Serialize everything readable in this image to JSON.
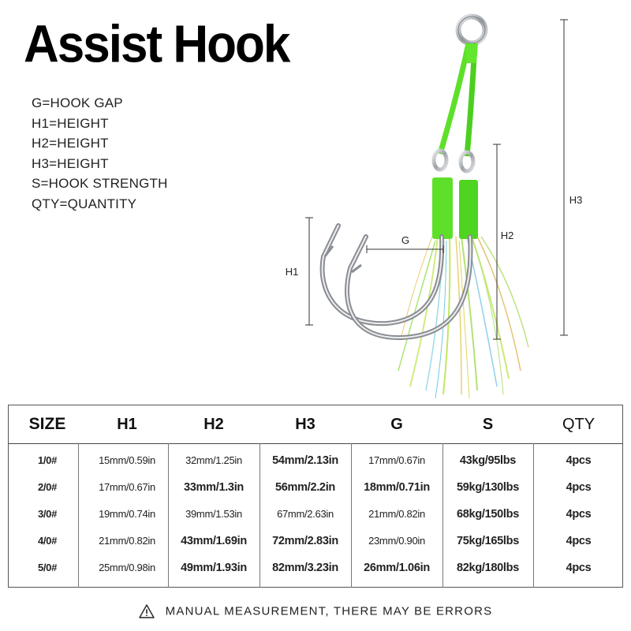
{
  "title": "Assist Hook",
  "legend": [
    "G=HOOK GAP",
    "H1=HEIGHT",
    "H2=HEIGHT",
    "H3=HEIGHT",
    "S=HOOK STRENGTH",
    "QTY=QUANTITY"
  ],
  "dimension_labels": {
    "g": "G",
    "h1": "H1",
    "h2": "H2",
    "h3": "H3"
  },
  "table": {
    "headers": [
      "SIZE",
      "H1",
      "H2",
      "H3",
      "G",
      "S",
      "QTY"
    ],
    "rows": [
      [
        "1/0#",
        "15mm/0.59in",
        "32mm/1.25in",
        "54mm/2.13in",
        "17mm/0.67in",
        "43kg/95lbs",
        "4pcs"
      ],
      [
        "2/0#",
        "17mm/0.67in",
        "33mm/1.3in",
        "56mm/2.2in",
        "18mm/0.71in",
        "59kg/130lbs",
        "4pcs"
      ],
      [
        "3/0#",
        "19mm/0.74in",
        "39mm/1.53in",
        "67mm/2.63in",
        "21mm/0.82in",
        "68kg/150lbs",
        "4pcs"
      ],
      [
        "4/0#",
        "21mm/0.82in",
        "43mm/1.69in",
        "72mm/2.83in",
        "23mm/0.90in",
        "75kg/165lbs",
        "4pcs"
      ],
      [
        "5/0#",
        "25mm/0.98in",
        "49mm/1.93in",
        "82mm/3.23in",
        "26mm/1.06in",
        "82kg/180lbs",
        "4pcs"
      ]
    ]
  },
  "footer": {
    "note": "MANUAL MEASUREMENT, THERE MAY BE ERRORS",
    "icon": "warning-triangle-icon"
  },
  "colors": {
    "cord": "#5ee02a",
    "hook": "#b9bcc0",
    "text": "#111111"
  }
}
